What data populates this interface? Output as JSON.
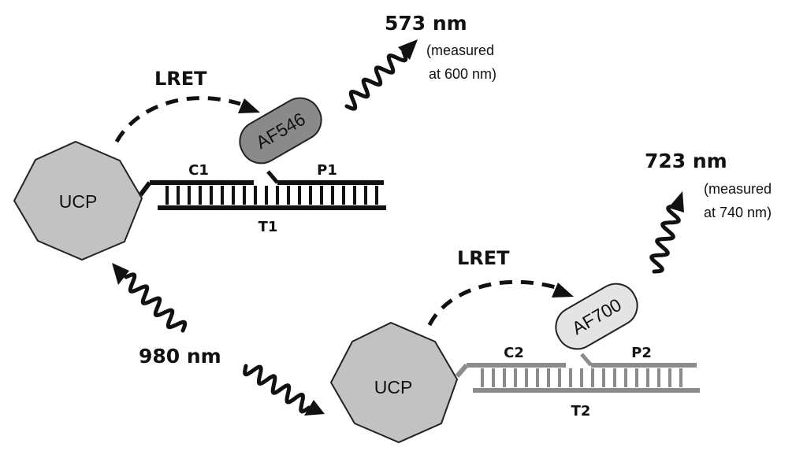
{
  "ucp_top": {
    "label": "UCP"
  },
  "ucp_bottom": {
    "label": "UCP"
  },
  "lret_top": {
    "label": "LRET"
  },
  "lret_bottom": {
    "label": "LRET"
  },
  "dye_top": {
    "label": "AF546"
  },
  "dye_bottom": {
    "label": "AF700"
  },
  "emission_top": {
    "wavelength": "573 nm",
    "note_line1": "(measured",
    "note_line2": "at 600 nm)"
  },
  "emission_bottom": {
    "wavelength": "723 nm",
    "note_line1": "(measured",
    "note_line2": "at 740 nm)"
  },
  "excitation": {
    "wavelength": "980 nm"
  },
  "strands_top": {
    "capture": "C1",
    "probe": "P1",
    "target": "T1"
  },
  "strands_bottom": {
    "capture": "C2",
    "probe": "P2",
    "target": "T2"
  },
  "colors": {
    "ucp_fill": "#c2c2c2",
    "dye_top_fill": "#8a8a8a",
    "dye_bottom_fill": "#e4e4e4",
    "strand_top": "#111111",
    "strand_bottom": "#8c8c8c"
  }
}
